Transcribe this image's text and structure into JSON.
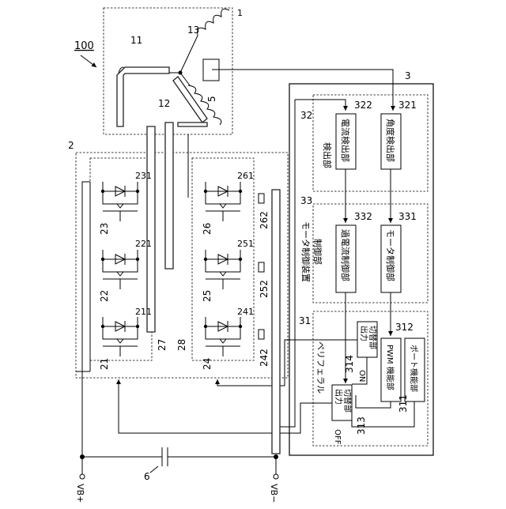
{
  "refs": {
    "system": "100",
    "motor": "1",
    "inverter": "2",
    "controller": "3",
    "sensor": "5",
    "capacitor": "6",
    "coil_11": "11",
    "coil_12": "12",
    "coil_13": "13",
    "q21": "21",
    "q22": "22",
    "q23": "23",
    "q24": "24",
    "q25": "25",
    "q26": "26",
    "upper_group": "27",
    "lower_group": "28",
    "d211": "211",
    "d221": "221",
    "d231": "231",
    "d241": "241",
    "d251": "251",
    "d261": "261",
    "r242": "242",
    "r252": "252",
    "r262": "262",
    "peripheral": "31",
    "detector": "32",
    "control_unit": "33",
    "port_fn": "311",
    "pwm_fn": "312",
    "out_sw_313": "313",
    "out_sw_314": "314",
    "angle_det": "321",
    "current_det": "322",
    "motor_ctl": "331",
    "overcurrent_ctl": "332"
  },
  "labels": {
    "vb_plus": "VB+",
    "vb_minus": "VB−",
    "detector_title": "検出部",
    "control_title": "制御部",
    "device_title": "モータ制御装置",
    "peripheral_title": "ペリフェラル",
    "current_det": "電流検出部",
    "angle_det": "角度検出部",
    "overcurrent_ctl": "過電流制御部",
    "motor_ctl": "モータ制御部",
    "pwm_fn": "PWM 機能部",
    "port_fn": "ポート機能部",
    "out_sw_a": "出力",
    "out_sw_b": "切替部",
    "on": "ON",
    "off": "OFF"
  }
}
